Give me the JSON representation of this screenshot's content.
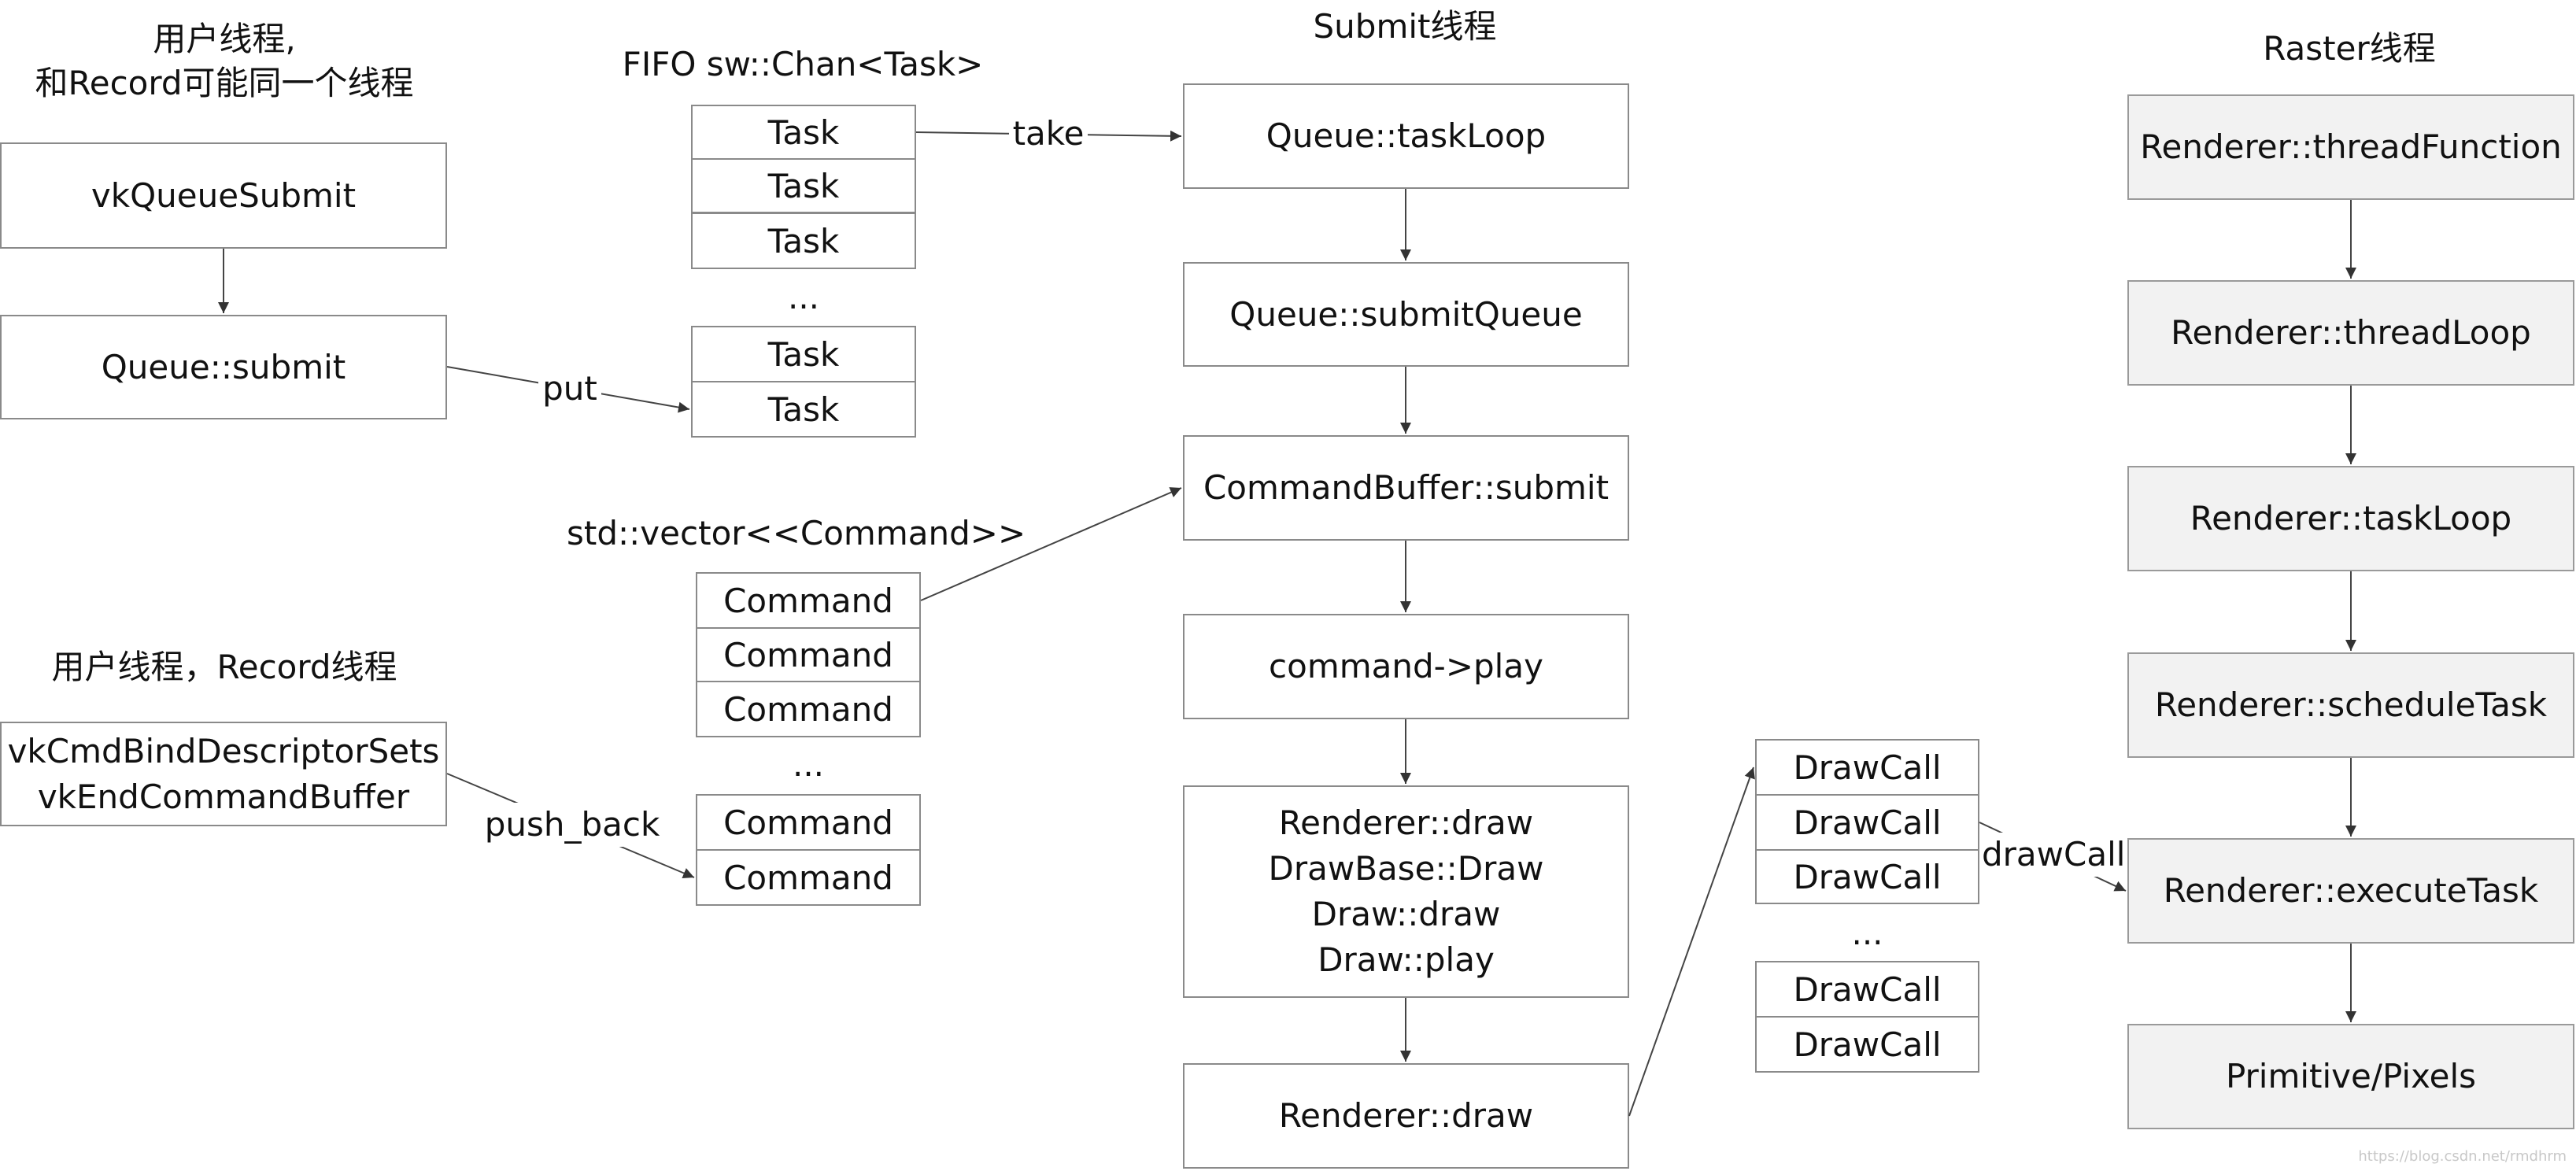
{
  "titles": {
    "user_thread": "用户线程,\n和Record可能同一个线程",
    "fifo": "FIFO sw::Chan<Task>",
    "submit_thread": "Submit线程",
    "raster_thread": "Raster线程",
    "vector": "std::vector<<Command>>",
    "record_thread": "用户线程，Record线程"
  },
  "user": {
    "vk_queue_submit": "vkQueueSubmit",
    "queue_submit": "Queue::submit",
    "cmd": "vkCmdBindDescriptorSets\nvkEndCommandBuffer"
  },
  "fifo_cells": [
    "Task",
    "Task",
    "Task",
    "...",
    "Task",
    "Task"
  ],
  "command_cells": [
    "Command",
    "Command",
    "Command",
    "...",
    "Command",
    "Command"
  ],
  "drawcall_cells": [
    "DrawCall",
    "DrawCall",
    "DrawCall",
    "...",
    "DrawCall",
    "DrawCall"
  ],
  "submit": {
    "task_loop": "Queue::taskLoop",
    "submit_queue": "Queue::submitQueue",
    "cb_submit": "CommandBuffer::submit",
    "command_play": "command->play",
    "draw_chain": "Renderer::draw\nDrawBase::Draw\nDraw::draw\nDraw::play",
    "renderer_draw": "Renderer::draw"
  },
  "raster": {
    "thread_function": "Renderer::threadFunction",
    "thread_loop": "Renderer::threadLoop",
    "task_loop": "Renderer::taskLoop",
    "schedule_task": "Renderer::scheduleTask",
    "execute_task": "Renderer::executeTask",
    "primitive": "Primitive/Pixels"
  },
  "edges": {
    "take": "take",
    "put": "put",
    "push_back": "push_back",
    "draw_call": "drawCall"
  },
  "watermark": "https://blog.csdn.net/rmdhrm"
}
